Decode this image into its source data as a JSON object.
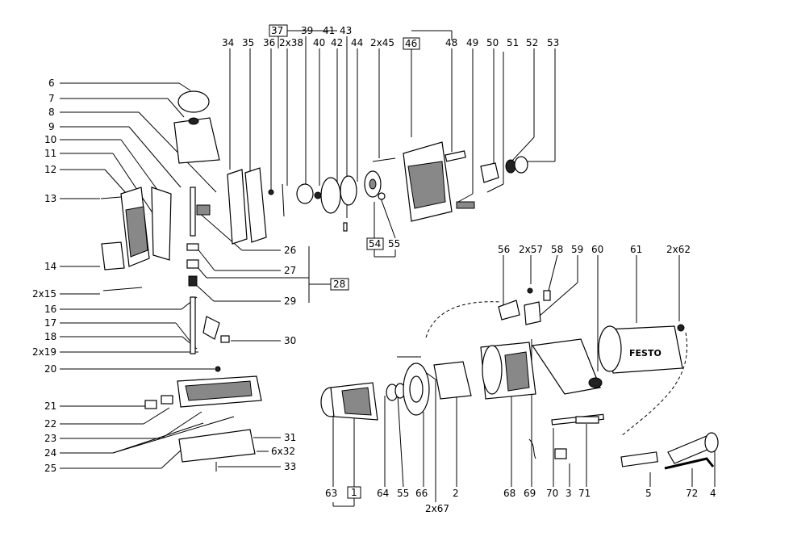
{
  "labels": {
    "l6": "6",
    "l7": "7",
    "l8": "8",
    "l9": "9",
    "l10": "10",
    "l11": "11",
    "l12": "12",
    "l13": "13",
    "l14": "14",
    "l2x15": "2x15",
    "l16": "16",
    "l17": "17",
    "l18": "18",
    "l2x19": "2x19",
    "l20": "20",
    "l21": "21",
    "l22": "22",
    "l23": "23",
    "l24": "24",
    "l25": "25",
    "l34": "34",
    "l35": "35",
    "l36": "36",
    "l37": "37",
    "l2x38": "2x38",
    "l39": "39",
    "l40": "40",
    "l41": "41",
    "l42": "42",
    "l43": "43",
    "l44": "44",
    "l2x45": "2x45",
    "l46": "46",
    "l48": "48",
    "l49": "49",
    "l50": "50",
    "l51": "51",
    "l52": "52",
    "l53": "53",
    "l26": "26",
    "l27": "27",
    "l28": "28",
    "l29": "29",
    "l30": "30",
    "l31": "31",
    "l6x32": "6x32",
    "l33": "33",
    "l54": "54",
    "l55": "55",
    "l56": "56",
    "l2x57": "2x57",
    "l58": "58",
    "l59": "59",
    "l60": "60",
    "l61": "61",
    "l2x62": "2x62",
    "l63": "63",
    "l1": "1",
    "l64": "64",
    "l55b": "55",
    "l66": "66",
    "l2": "2",
    "l2x67": "2x67",
    "l68": "68",
    "l69": "69",
    "l70": "70",
    "l3": "3",
    "l71": "71",
    "l5": "5",
    "l72": "72",
    "l4": "4"
  },
  "brand_text": "FESTO"
}
